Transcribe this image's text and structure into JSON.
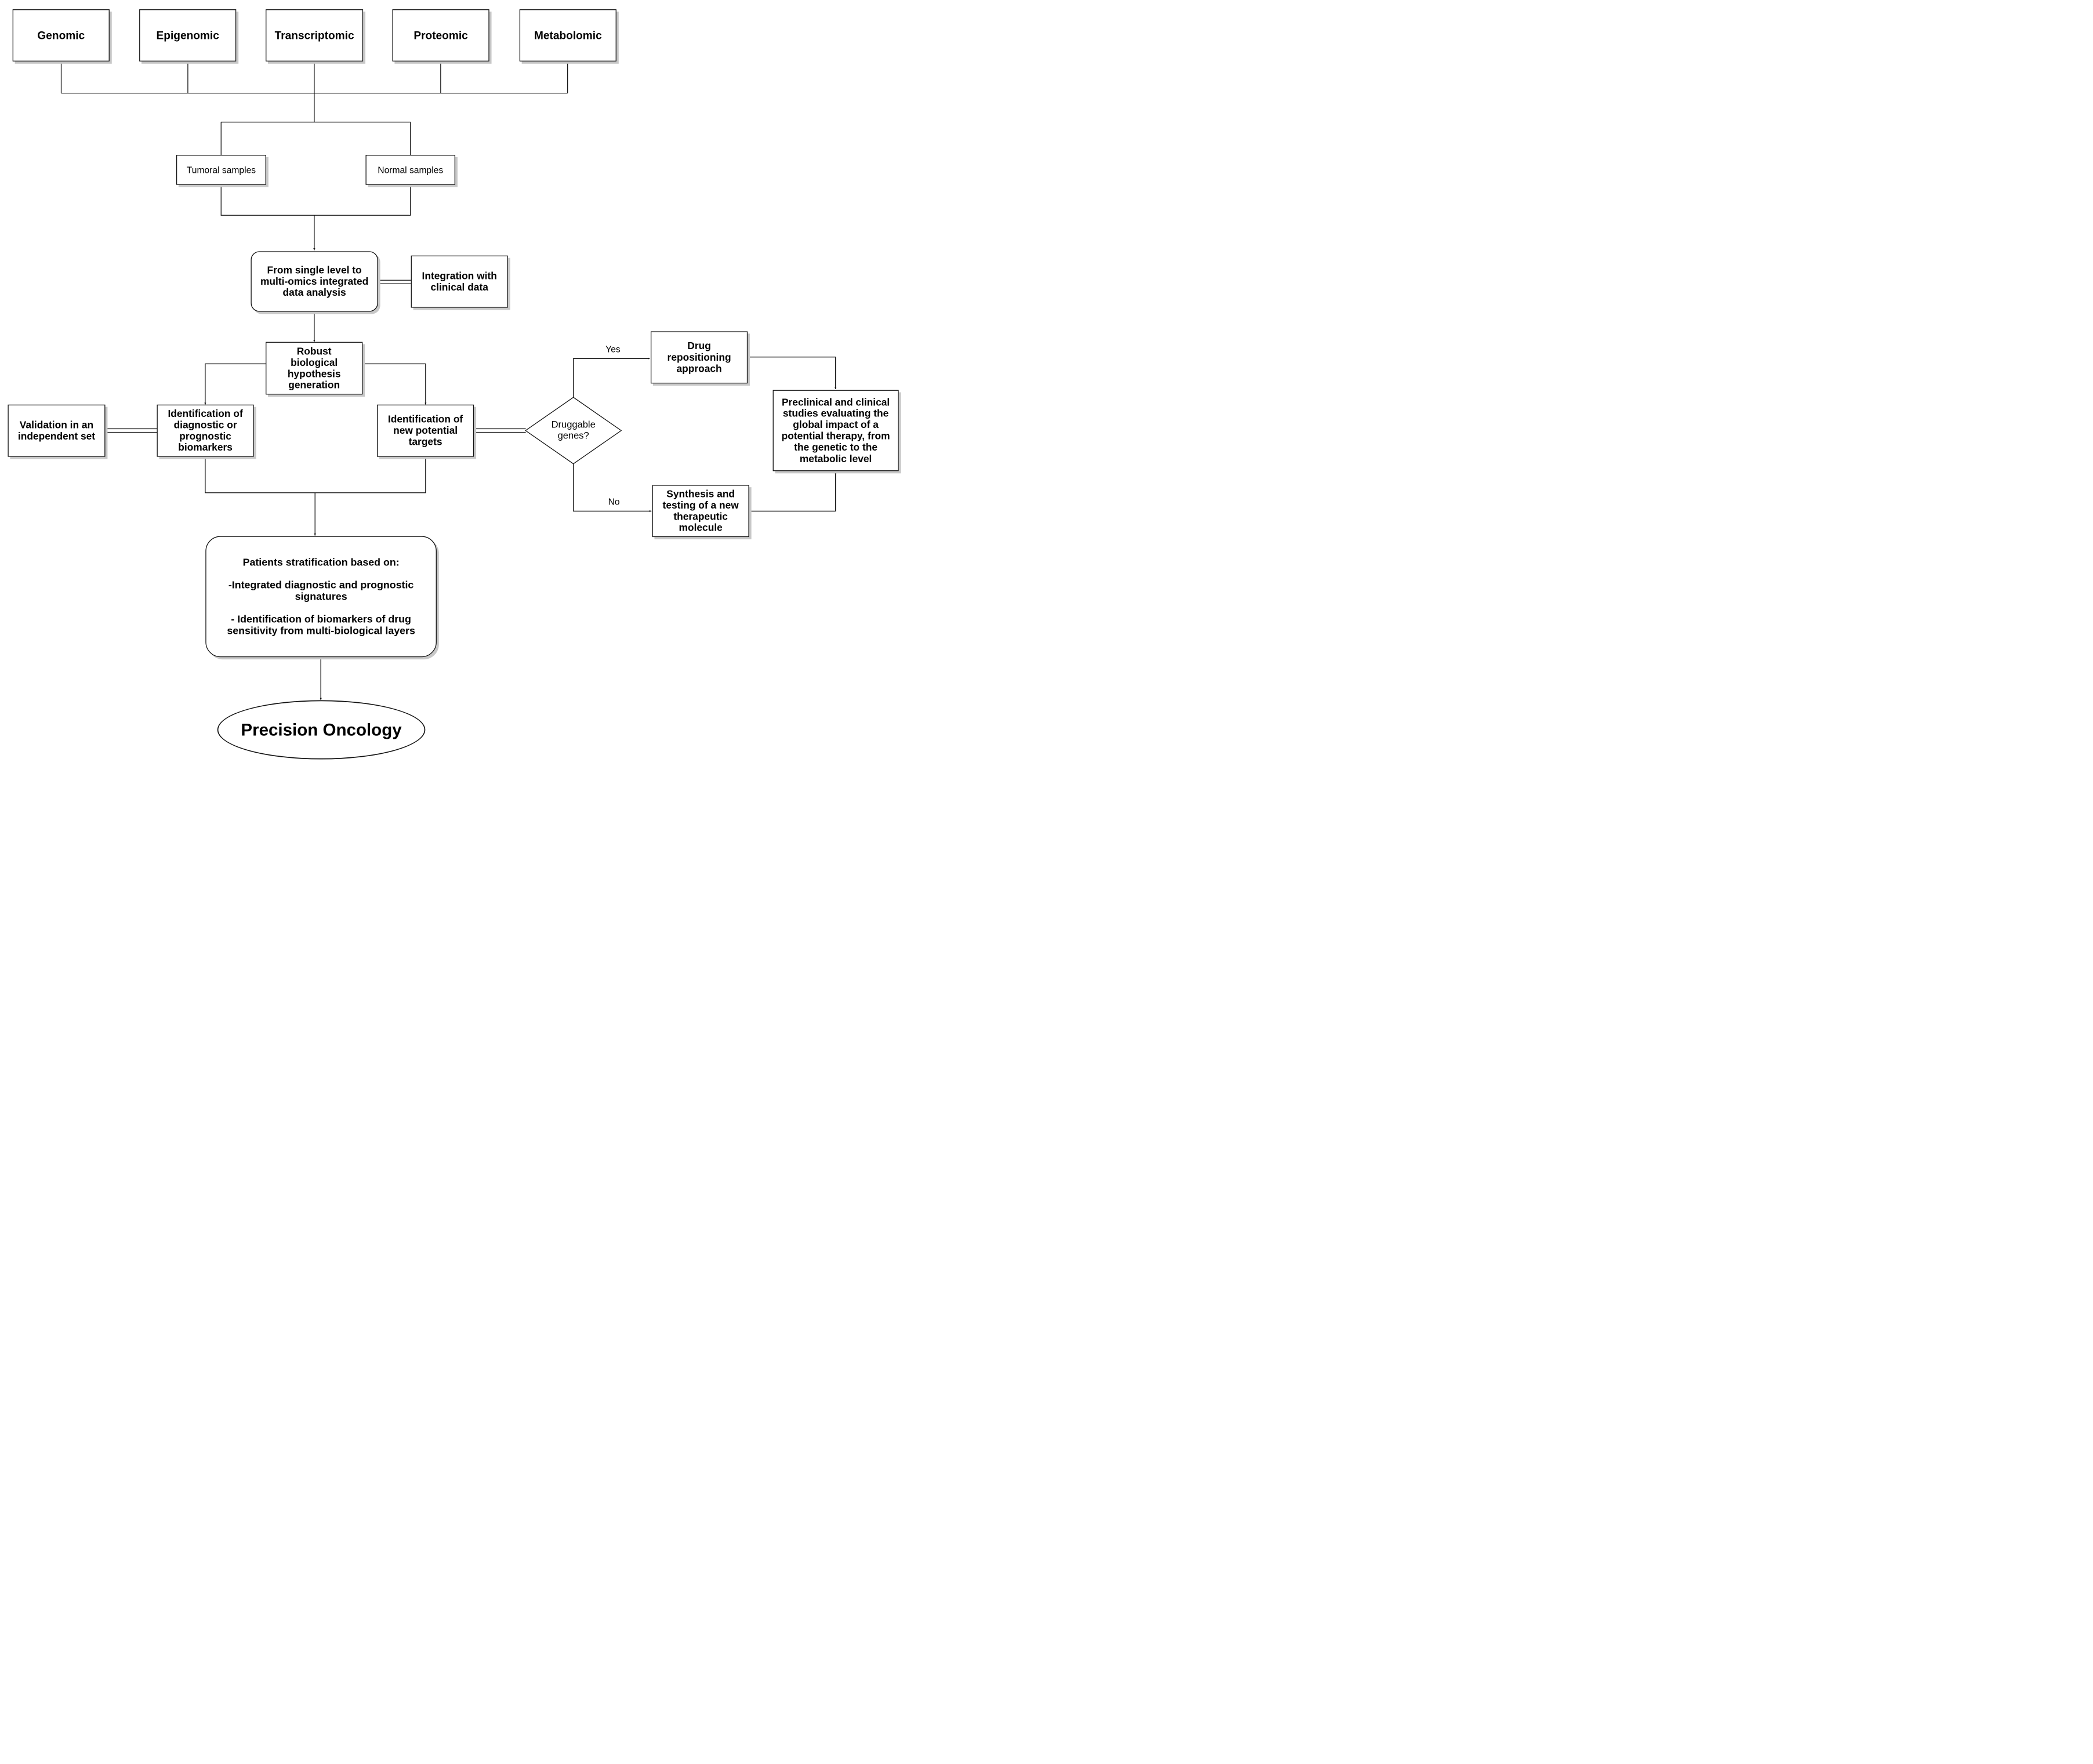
{
  "omics": [
    "Genomic",
    "Epigenomic",
    "Transcriptomic",
    "Proteomic",
    "Metabolomic"
  ],
  "samples": {
    "tumoral": "Tumoral samples",
    "normal": "Normal samples"
  },
  "analysis": "From single level to multi-omics integrated data analysis",
  "clinical": "Integration with clinical data",
  "hypothesis": "Robust biological hypothesis generation",
  "validation": "Validation in an independent set",
  "biomarkers": "Identification of diagnostic or prognostic biomarkers",
  "targets": "Identification of new potential targets",
  "decision": {
    "question": "Druggable genes?",
    "yes": "Yes",
    "no": "No"
  },
  "repositioning": "Drug repositioning approach",
  "synthesis": "Synthesis and testing of a new therapeutic molecule",
  "preclinical": "Preclinical and clinical studies evaluating the global impact of a potential therapy, from the genetic to the metabolic level",
  "stratification": {
    "title": "Patients stratification based on:",
    "item1": "-Integrated diagnostic and prognostic signatures",
    "item2": "- Identification of biomarkers of drug sensitivity from multi-biological layers"
  },
  "outcome": "Precision Oncology"
}
